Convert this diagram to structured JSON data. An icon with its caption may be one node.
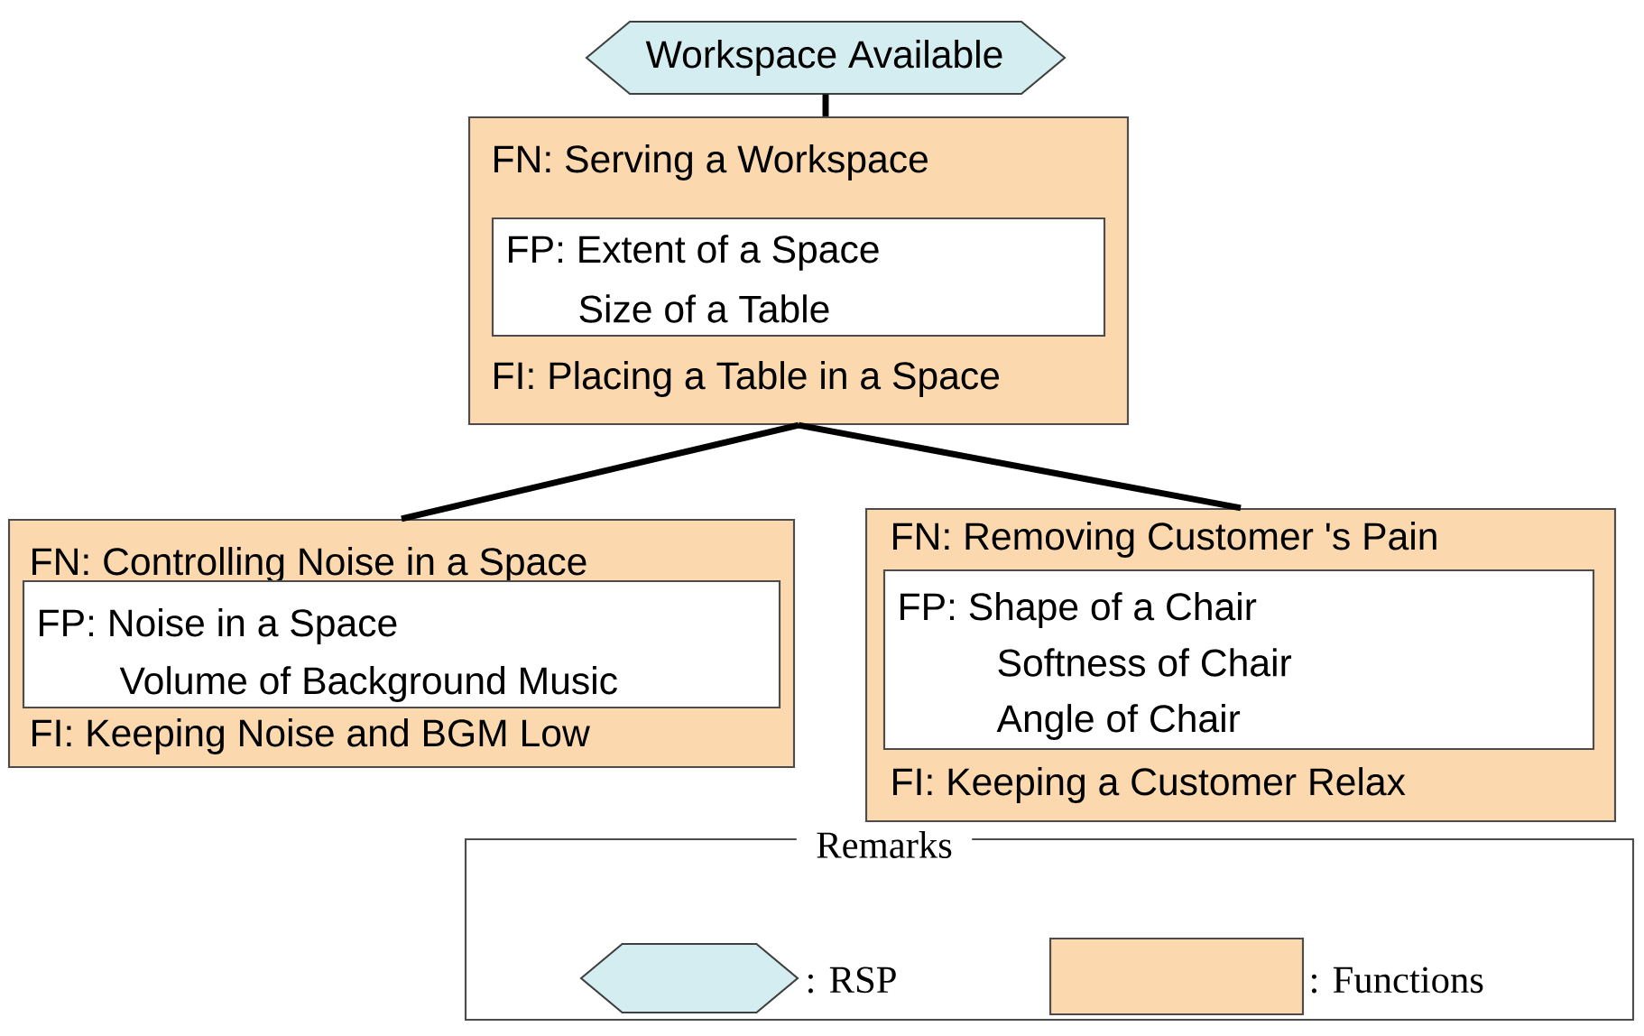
{
  "diagram": {
    "nodes": [
      {
        "text": [
          "Workspace Available"
        ]
      },
      {
        "text": [
          "FN: Serving a Workspace",
          "FI: Placing a Table in a Space"
        ]
      },
      {
        "text": [
          "FP: Extent of a Space",
          "Size of a Table"
        ],
        "in": 1
      },
      {
        "text": [
          "FN: Controlling Noise in a Space",
          "FI: Keeping Noise and BGM Low"
        ]
      },
      {
        "text": [
          "FP: Noise in a Space",
          "Volume of Background Music"
        ],
        "in": 3
      },
      {
        "text": [
          "FN: Removing Customer 's Pain",
          "FI: Keeping a Customer Relax"
        ]
      },
      {
        "text": [
          "FP: Shape of a Chair",
          "Softness of Chair",
          "Angle of Chair"
        ],
        "in": 5
      }
    ],
    "edges": [
      {
        "from": 0,
        "to": 1,
        "arrow": "none"
      },
      {
        "from": 1,
        "to": 3,
        "arrow": "none"
      },
      {
        "from": 1,
        "to": 5,
        "arrow": "none"
      }
    ],
    "labels": [
      "Remarks"
    ],
    "legend": [
      {
        "text": ": RSP",
        "color": "#d3edf0"
      },
      {
        "text": ": Functions",
        "color": "#fbd8ae"
      }
    ]
  }
}
